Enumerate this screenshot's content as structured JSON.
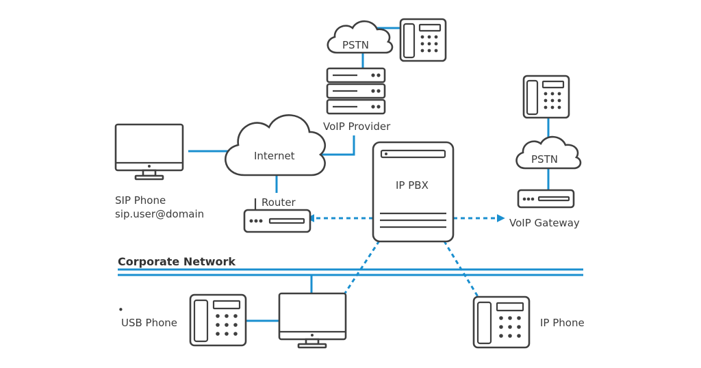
{
  "labels": {
    "pstn_top": "PSTN",
    "voip_provider": "VoIP Provider",
    "internet": "Internet",
    "sip_phone_line1": "SIP Phone",
    "sip_phone_line2": "sip.user@domain",
    "router": "Router",
    "ip_pbx": "IP PBX",
    "pstn_right": "PSTN",
    "voip_gateway": "VoIP Gateway",
    "corporate_network": "Corporate Network",
    "bullet": "•",
    "usb_phone": "USB Phone",
    "ip_phone": "IP Phone"
  },
  "colors": {
    "link": "#1a8fcf",
    "outline": "#3f3f3f",
    "text": "#3b3b3b"
  },
  "icons": [
    "cloud-icon",
    "desk-phone-icon",
    "server-icon",
    "monitor-icon",
    "router-icon",
    "pbx-icon",
    "gateway-icon"
  ]
}
